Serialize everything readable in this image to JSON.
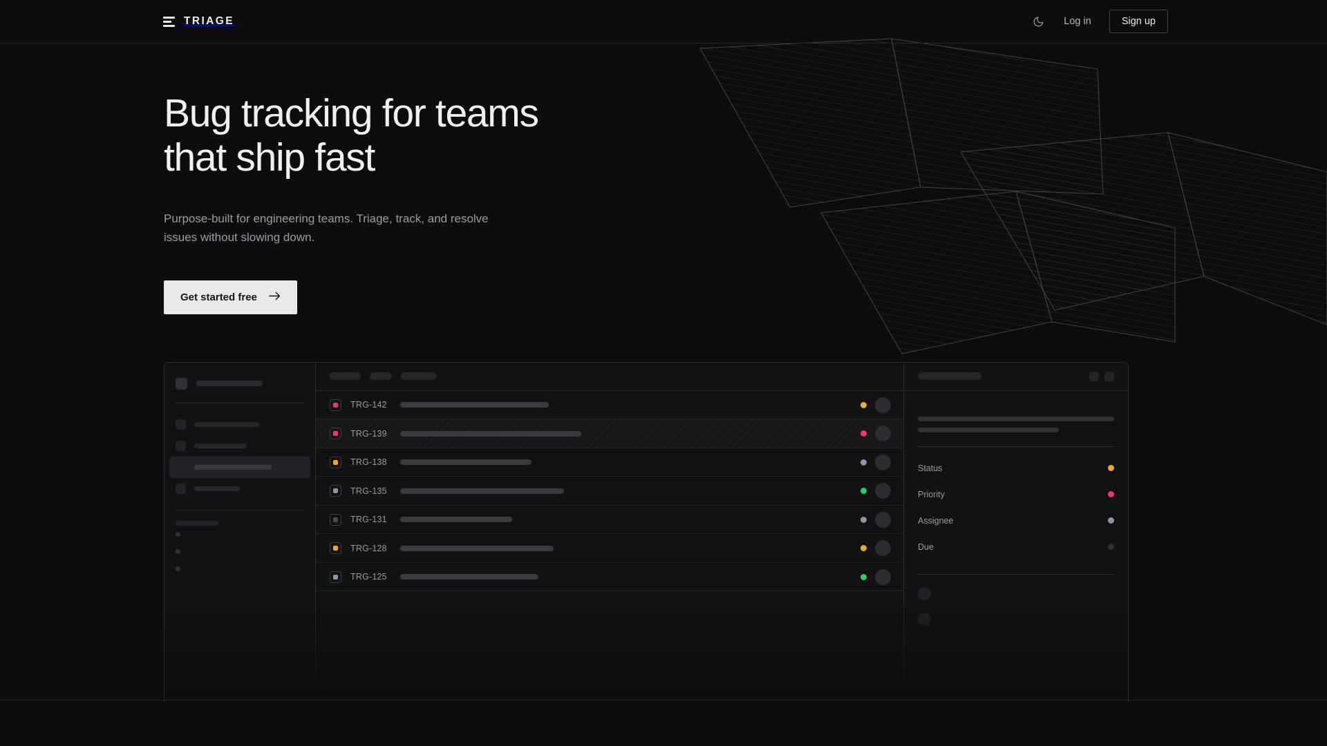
{
  "brand": {
    "name": "TRIAGE",
    "logo_icon": "stacked-bars-icon"
  },
  "nav": {
    "theme_toggle_icon": "moon-icon",
    "login_label": "Log in",
    "signup_label": "Sign up"
  },
  "hero": {
    "heading_line1": "Bug tracking for teams",
    "heading_line2": "that ship fast",
    "subtitle": "Purpose-built for engineering teams. Triage, track, and resolve issues without slowing down.",
    "cta_label": "Get started free",
    "cta_icon": "arrow-right-icon"
  },
  "colors": {
    "page_bg": "#0d0d0f",
    "panel_bg": "#121214",
    "border": "#2b2b30",
    "accent_amber": "#f0a92a",
    "accent_pink": "#f0386b",
    "accent_green": "#22d262",
    "accent_slate": "#8b97ab",
    "accent_gray": "#3a3a3f",
    "cta_bg": "#e9e9ea"
  },
  "mockup": {
    "sidebar": {
      "header_icon": "workspace-square-icon",
      "nav_items": [
        {
          "icon": "nav-square-icon",
          "width": 94,
          "active": false
        },
        {
          "icon": "nav-square-icon",
          "width": 76,
          "active": false
        },
        {
          "icon": "nav-square-icon",
          "width": 112,
          "active": true
        },
        {
          "icon": "nav-square-icon",
          "width": 66,
          "active": false
        }
      ],
      "section_label_width": 62,
      "dot_items": [
        {
          "icon": "bullet-dot-icon"
        },
        {
          "icon": "bullet-dot-icon"
        },
        {
          "icon": "bullet-dot-icon"
        }
      ]
    },
    "list": {
      "toolbar_pills": [
        45,
        32,
        52
      ],
      "issues": [
        {
          "id": "TRG-142",
          "priority_color": "#f0386b",
          "title_width": 215,
          "status_color": "#f0a92a",
          "assignee_icon": "avatar-icon",
          "highlighted": false
        },
        {
          "id": "TRG-139",
          "priority_color": "#f0386b",
          "title_width": 262,
          "status_color": "#f0386b",
          "assignee_icon": "avatar-icon",
          "highlighted": true
        },
        {
          "id": "TRG-138",
          "priority_color": "#f0a92a",
          "title_width": 190,
          "status_color": "#8b97ab",
          "assignee_icon": "avatar-icon",
          "highlighted": false
        },
        {
          "id": "TRG-135",
          "priority_color": "#8b97ab",
          "title_width": 237,
          "status_color": "#22d262",
          "assignee_icon": "avatar-icon",
          "highlighted": false
        },
        {
          "id": "TRG-131",
          "priority_color": "#4a4a50",
          "title_width": 162,
          "status_color": "#8b97ab",
          "assignee_icon": "avatar-icon",
          "highlighted": false
        },
        {
          "id": "TRG-128",
          "priority_color": "#f0a92a",
          "title_width": 222,
          "status_color": "#f0a92a",
          "assignee_icon": "avatar-icon",
          "highlighted": false
        },
        {
          "id": "TRG-125",
          "priority_color": "#8b97ab",
          "title_width": 200,
          "status_color": "#22d262",
          "assignee_icon": "avatar-icon",
          "highlighted": false
        }
      ]
    },
    "detail": {
      "header_pill_width": 92,
      "header_buttons": [
        {
          "icon": "detail-action-icon"
        },
        {
          "icon": "detail-action-icon"
        }
      ],
      "title_width": 150,
      "description_lines": [
        284,
        204
      ],
      "meta": [
        {
          "label": "Status",
          "color": "#f0a92a"
        },
        {
          "label": "Priority",
          "color": "#f0386b"
        },
        {
          "label": "Assignee",
          "color": "#8b97ab"
        },
        {
          "label": "Due",
          "color": "#2f2f34"
        }
      ],
      "activity_label_width": 62,
      "comment_avatars": [
        {
          "icon": "avatar-icon"
        },
        {
          "icon": "avatar-icon"
        }
      ]
    }
  }
}
